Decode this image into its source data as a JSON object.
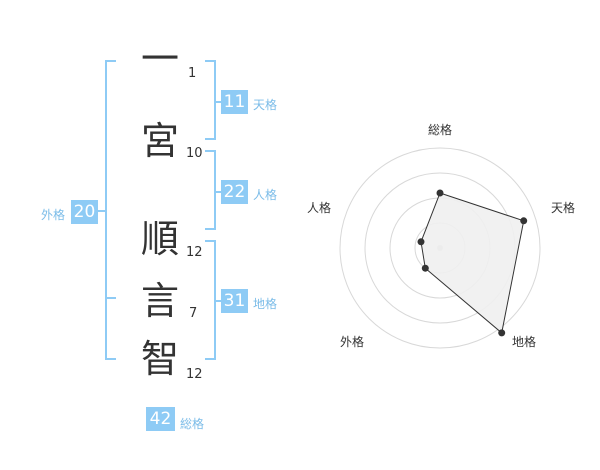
{
  "name": {
    "chars": [
      {
        "char": "一",
        "strokes": "1"
      },
      {
        "char": "宮",
        "strokes": "10"
      },
      {
        "char": "順",
        "strokes": "12"
      },
      {
        "char": "言",
        "strokes": "7"
      },
      {
        "char": "智",
        "strokes": "12"
      }
    ]
  },
  "kaku": {
    "tenkaku": {
      "value": "11",
      "label": "天格"
    },
    "jinkaku": {
      "value": "22",
      "label": "人格"
    },
    "chikaku": {
      "value": "31",
      "label": "地格"
    },
    "gaikaku": {
      "value": "20",
      "label": "外格"
    },
    "soukaku": {
      "value": "42",
      "label": "総格"
    }
  },
  "colors": {
    "accent": "#8ecbf5",
    "label": "#7bbce8",
    "text": "#333333"
  },
  "chart_data": {
    "type": "radar",
    "axes": [
      "総格",
      "天格",
      "地格",
      "外格",
      "人格"
    ],
    "values": [
      0.55,
      0.88,
      1.05,
      0.25,
      0.2
    ],
    "rings": 4
  }
}
